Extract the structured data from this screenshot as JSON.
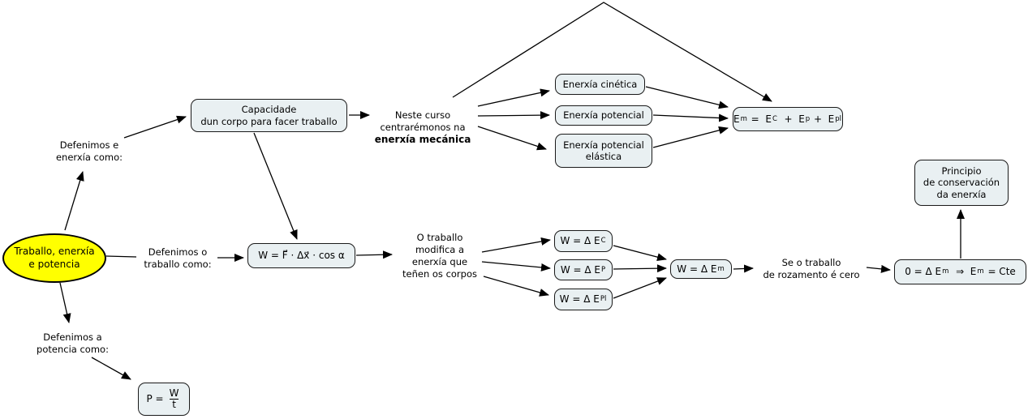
{
  "diagram": {
    "root": {
      "label": "Traballo, enerxía\ne potencia"
    },
    "labels": {
      "define_energy": "Defenimos e\nenerxía como:",
      "define_work": "Defenimos o\ntraballo como:",
      "define_power": "Defenimos a\npotencia como:",
      "course_focus_normal": "Neste curso\ncentrarémonos na",
      "course_focus_bold": "enerxía mecánica",
      "work_modifies": "O traballo\nmodifica a\nenerxía que\nteñen os corpos",
      "if_no_friction": "Se o traballo\nde rozamento é cero"
    },
    "nodes": {
      "capacity": "Capacidade\ndun corpo para facer traballo",
      "kinetic": "Enerxía cinética",
      "potential": "Enerxía potencial",
      "elastic": "Enerxía potencial\nelástica",
      "principle": "Principio\nde conservación\nda enerxía"
    },
    "formulas": {
      "work": "W = F⃗ · Δx⃗ · cos α",
      "mechanical": [
        "E",
        "m",
        " =  E",
        "C",
        "  +  E",
        "p",
        " +  E",
        "pl"
      ],
      "delta_c": [
        "W = Δ E",
        "C"
      ],
      "delta_p": [
        "W = Δ E",
        "P"
      ],
      "delta_pl": [
        "W = Δ E",
        "Pl"
      ],
      "delta_m": [
        "W = Δ E",
        "m"
      ],
      "conservation": [
        "0 = Δ E",
        "m",
        "  ⇒  E",
        "m",
        " = Cte"
      ],
      "power": [
        "P =",
        "W",
        "t"
      ]
    },
    "colors": {
      "root_fill": "#ffff00",
      "node_fill": "#e9f0f2",
      "stroke": "#000000"
    }
  }
}
